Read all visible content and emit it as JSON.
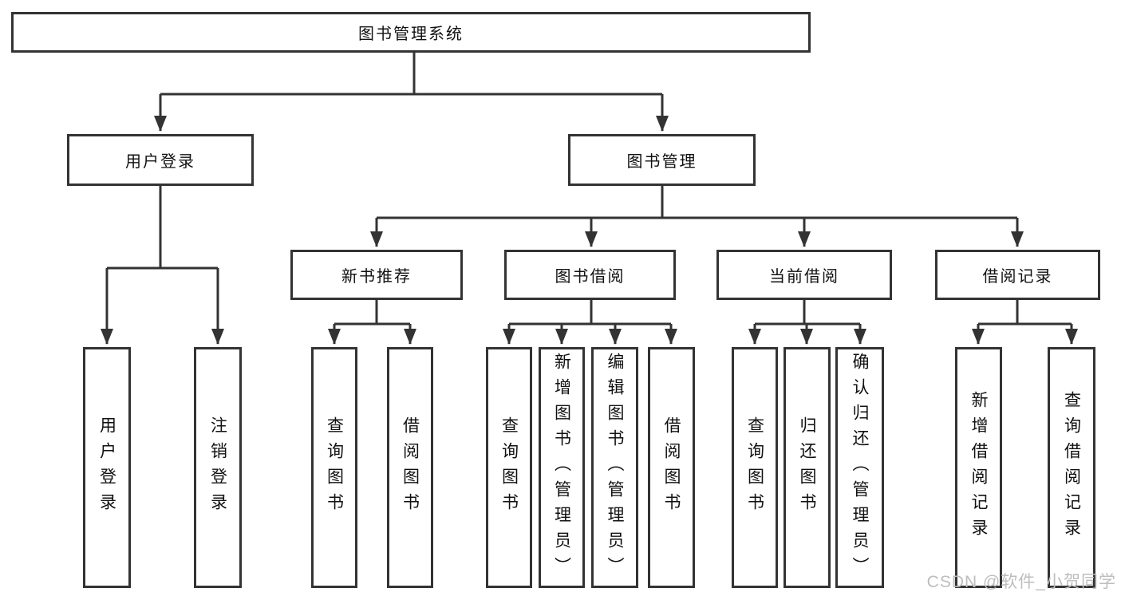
{
  "colors": {
    "line": "#333333",
    "text": "#111111",
    "watermark": "#bdbdbd",
    "background": "#ffffff"
  },
  "watermark": {
    "text": "CSDN @软件_小贺同学"
  },
  "tree": {
    "root": {
      "label": "图书管理系统",
      "children": [
        {
          "label": "用户登录",
          "children": [
            {
              "label": "用户登录"
            },
            {
              "label": "注销登录"
            }
          ]
        },
        {
          "label": "图书管理",
          "children": [
            {
              "label": "新书推荐",
              "children": [
                {
                  "label": "查询图书"
                },
                {
                  "label": "借阅图书"
                }
              ]
            },
            {
              "label": "图书借阅",
              "children": [
                {
                  "label": "查询图书"
                },
                {
                  "label": "新增图书（管理员）"
                },
                {
                  "label": "编辑图书（管理员）"
                },
                {
                  "label": "借阅图书"
                }
              ]
            },
            {
              "label": "当前借阅",
              "children": [
                {
                  "label": "查询图书"
                },
                {
                  "label": "归还图书"
                },
                {
                  "label": "确认归还（管理员）"
                }
              ]
            },
            {
              "label": "借阅记录",
              "children": [
                {
                  "label": "新增借阅记录"
                },
                {
                  "label": "查询借阅记录"
                }
              ]
            }
          ]
        }
      ]
    }
  }
}
